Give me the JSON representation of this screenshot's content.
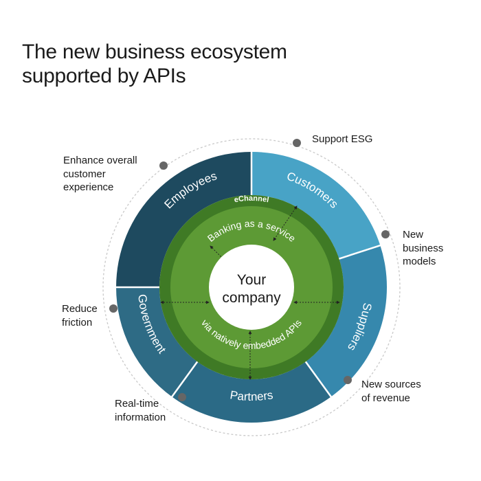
{
  "title": {
    "line1": "The new business ecosystem",
    "line2": "supported by APIs"
  },
  "diagram": {
    "center_label": [
      "Your",
      "company"
    ],
    "echannel_label": "eChannel",
    "inner_top_text": "Banking as a service",
    "inner_bottom_text": "via natively embedded APIs",
    "segments": [
      {
        "name": "Employees",
        "color": "#1e4a5f"
      },
      {
        "name": "Customers",
        "color": "#48a3c6"
      },
      {
        "name": "Suppliers",
        "color": "#3688ad"
      },
      {
        "name": "Partners",
        "color": "#2b6a86"
      },
      {
        "name": "Government",
        "color": "#2e6b85"
      }
    ],
    "colors": {
      "echannel_ring": "#3f7a25",
      "green_ring": "#5d9a35",
      "center": "#ffffff",
      "dashed_ring": "#c8c8c8",
      "marker": "#666666"
    }
  },
  "callouts": {
    "enhance": [
      "Enhance overall",
      "customer",
      "experience"
    ],
    "esg": [
      "Support ESG"
    ],
    "new_business": [
      "New",
      "business",
      "models"
    ],
    "reduce": [
      "Reduce",
      "friction"
    ],
    "revenue": [
      "New sources",
      "of revenue"
    ],
    "realtime": [
      "Real-time",
      "information"
    ]
  }
}
